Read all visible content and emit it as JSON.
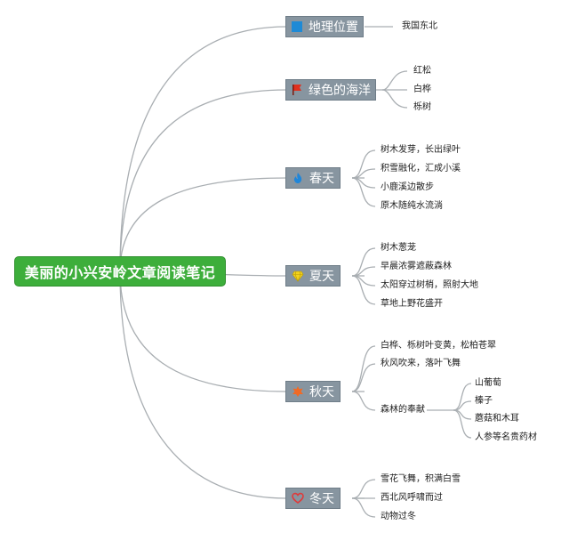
{
  "root": {
    "label": "美丽的小兴安岭文章阅读笔记"
  },
  "branches": [
    {
      "label": "地理位置",
      "icon": "blue-square-icon",
      "color": "#1e8ad6",
      "leaves": [
        "我国东北"
      ]
    },
    {
      "label": "绿色的海洋",
      "icon": "red-flag-icon",
      "color": "#e0301e",
      "leaves": [
        "红松",
        "白桦",
        "栎树"
      ]
    },
    {
      "label": "春天",
      "icon": "blue-flame-icon",
      "color": "#1f86d9",
      "leaves": [
        "树木发芽，长出绿叶",
        "积雪融化，汇成小溪",
        "小鹿溪边散步",
        "原木随纯水流淌"
      ]
    },
    {
      "label": "夏天",
      "icon": "yellow-gem-icon",
      "color": "#f2d21b",
      "leaves": [
        "树木葱茏",
        "早晨浓雾遮蔽森林",
        "太阳穿过树梢，照射大地",
        "草地上野花盛开"
      ]
    },
    {
      "label": "秋天",
      "icon": "orange-blob-icon",
      "color": "#f06a25",
      "leaves": [
        "白桦、栎树叶变黄，松柏苍翠",
        "秋风吹来，落叶飞舞",
        "森林的奉献"
      ],
      "subleaves": [
        "山葡萄",
        "榛子",
        "蘑菇和木耳",
        "人参等名贵药材"
      ]
    },
    {
      "label": "冬天",
      "icon": "red-heart-icon",
      "color": "#e03a3a",
      "leaves": [
        "雪花飞舞，积满白雪",
        "西北风呼啸而过",
        "动物过冬"
      ]
    }
  ]
}
